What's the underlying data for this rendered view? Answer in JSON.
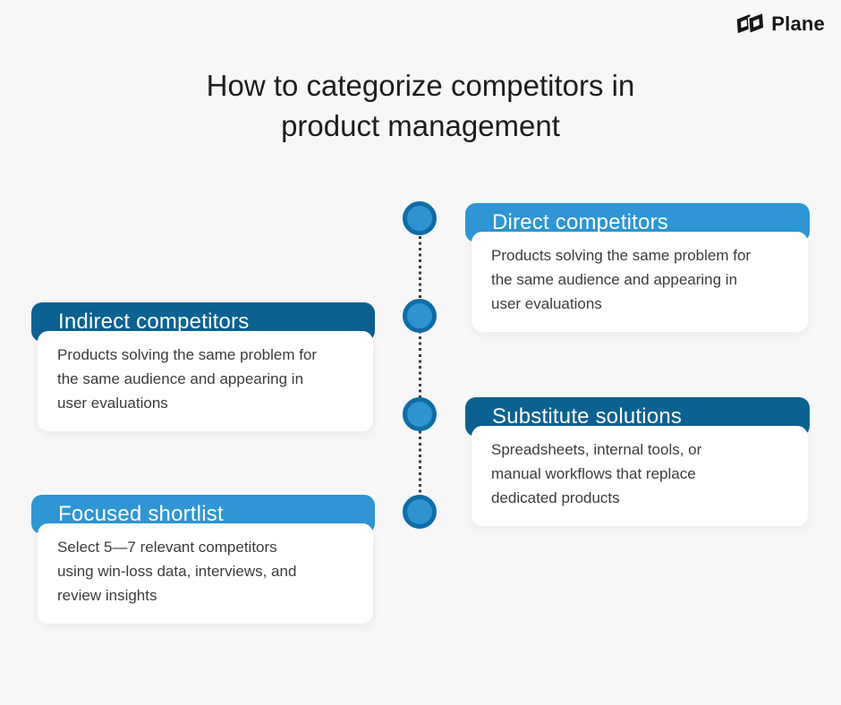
{
  "brand": {
    "name": "Plane"
  },
  "title": {
    "line1": "How to categorize competitors in",
    "line2": "product management"
  },
  "colors": {
    "background": "#F7F7F8",
    "light_blue": "#2E96D4",
    "dark_blue": "#0B6292",
    "node_ring": "#0E6DA6",
    "node_fill": "#2E93D1",
    "dotted_line": "#3B3B3B",
    "card_background": "#FFFFFF",
    "title_text": "#1D1D1F",
    "body_text": "#3C3C3C",
    "header_text": "#FFFFFF"
  },
  "timeline": {
    "node_count": 4
  },
  "cards": [
    {
      "title": "Direct competitors",
      "description": "Products solving the same problem for\nthe same audience and appearing in\nuser evaluations",
      "header_color": "#2E96D4",
      "side": "right"
    },
    {
      "title": "Indirect competitors",
      "description": "Products solving the same problem for\nthe same audience and appearing in\nuser evaluations",
      "header_color": "#0B6292",
      "side": "left"
    },
    {
      "title": "Substitute solutions",
      "description": "Spreadsheets, internal tools, or\nmanual workflows that replace\ndedicated products",
      "header_color": "#0B6292",
      "side": "right"
    },
    {
      "title": "Focused shortlist",
      "description": "Select 5—7 relevant competitors\nusing win-loss data, interviews, and\nreview insights",
      "header_color": "#2E96D4",
      "side": "left"
    }
  ]
}
